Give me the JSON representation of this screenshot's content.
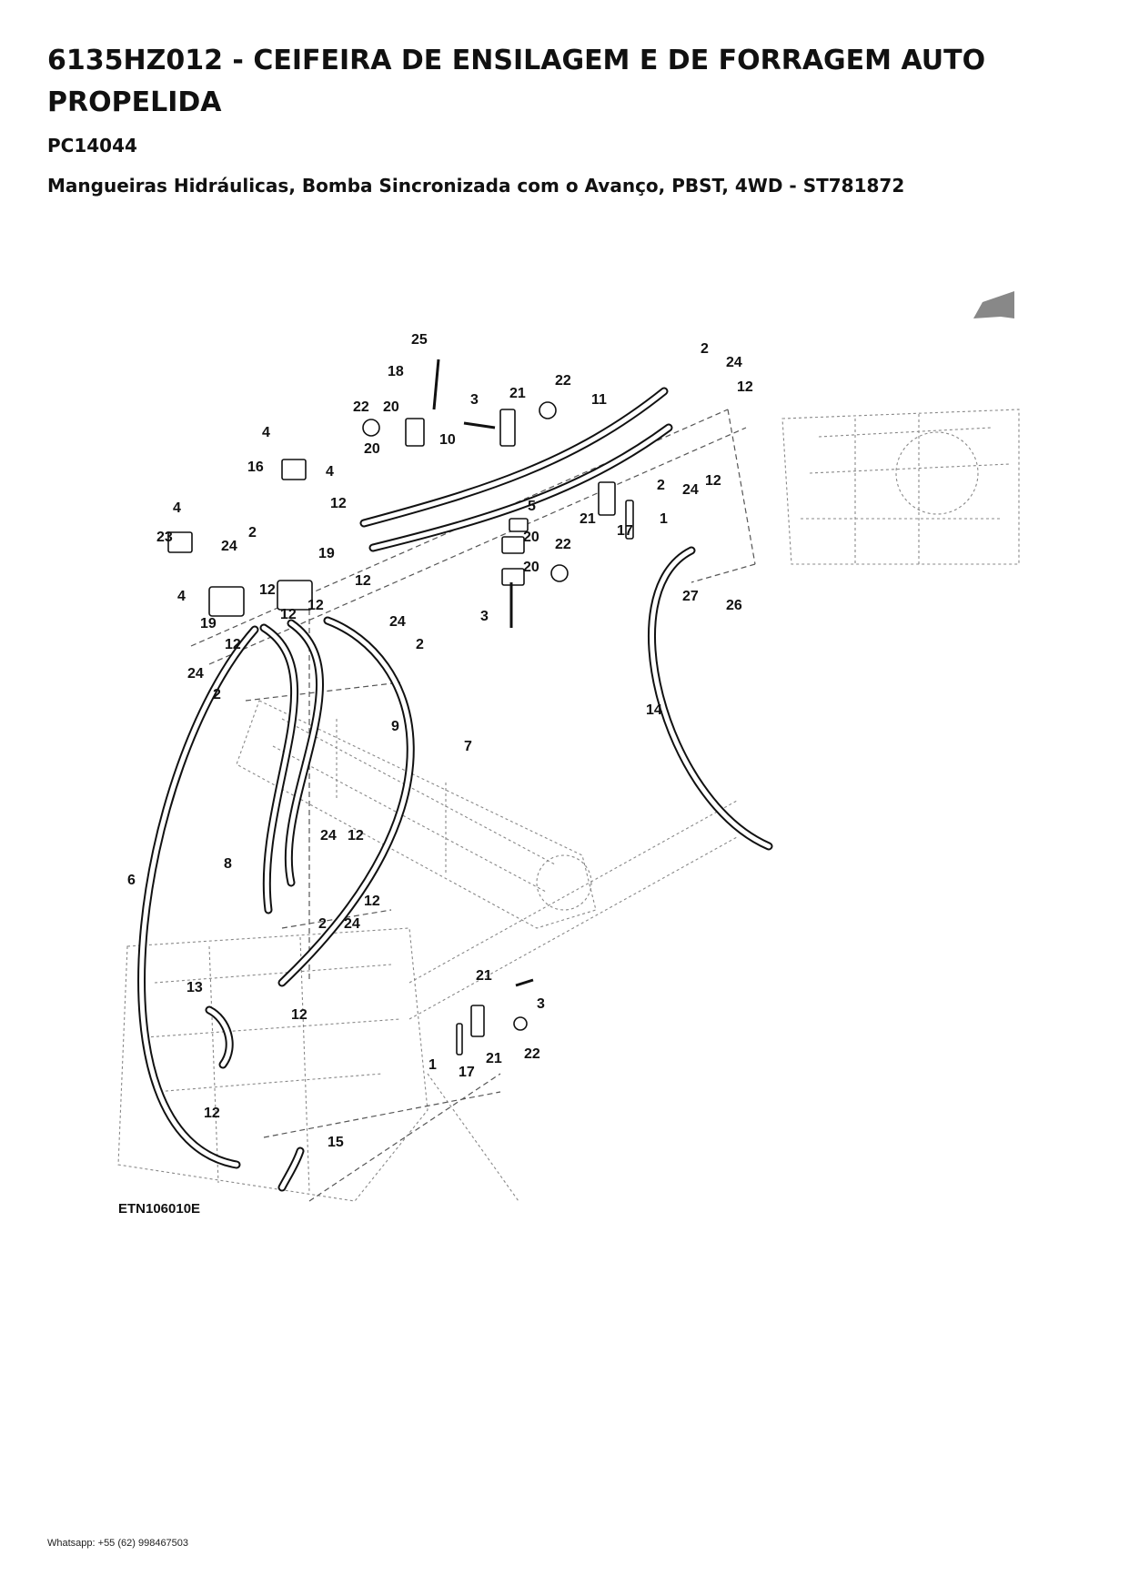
{
  "header": {
    "title": "6135HZ012 - CEIFEIRA DE ENSILAGEM E DE FORRAGEM AUTO PROPELIDA",
    "code": "PC14044",
    "subtitle": "Mangueiras Hidráulicas, Bomba Sincronizada com o Avanço, PBST, 4WD - ST781872"
  },
  "figure": {
    "id": "ETN106010E",
    "arrow_icon": "direction-arrow-icon",
    "callouts": [
      "25",
      "18",
      "22",
      "20",
      "3",
      "21",
      "22",
      "11",
      "2",
      "24",
      "12",
      "4",
      "16",
      "4",
      "20",
      "10",
      "2",
      "12",
      "24",
      "21",
      "1",
      "17",
      "12",
      "4",
      "5",
      "20",
      "22",
      "23",
      "24",
      "2",
      "19",
      "12",
      "20",
      "4",
      "19",
      "12",
      "12",
      "12",
      "24",
      "2",
      "3",
      "27",
      "26",
      "12",
      "24",
      "2",
      "14",
      "9",
      "7",
      "24",
      "12",
      "8",
      "6",
      "12",
      "2",
      "24",
      "13",
      "12",
      "21",
      "3",
      "12",
      "1",
      "17",
      "21",
      "22",
      "15"
    ]
  },
  "footer": {
    "contact": "Whatsapp: +55 (62) 998467503"
  }
}
